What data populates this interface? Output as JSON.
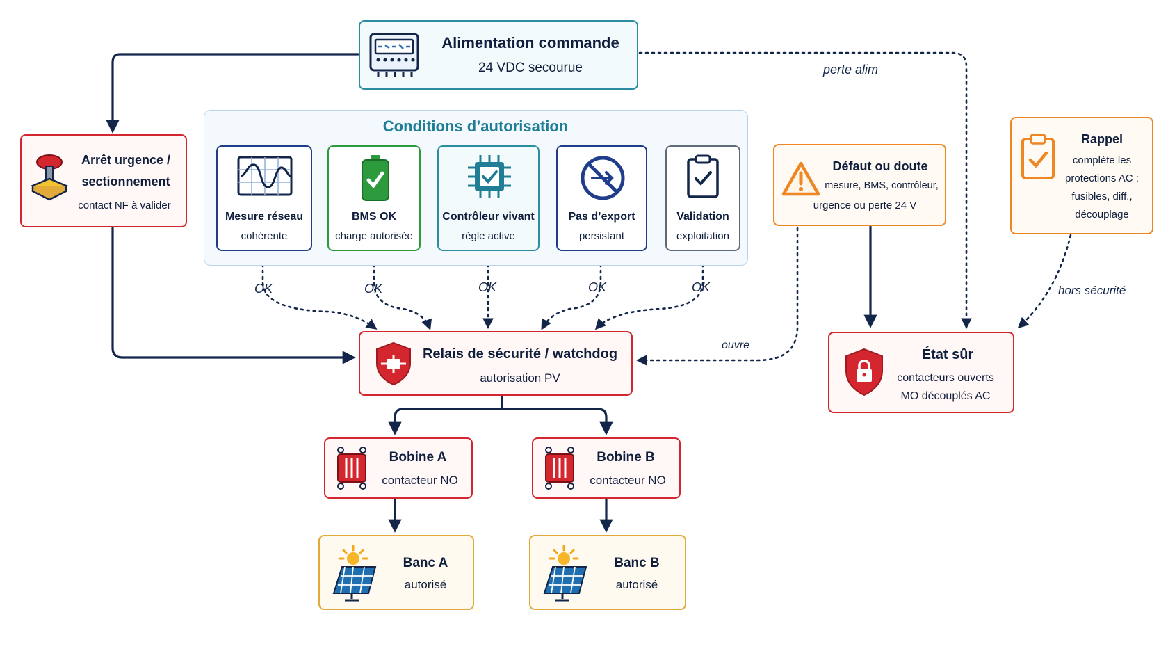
{
  "power": {
    "title": "Alimentation commande",
    "subtitle": "24 VDC secourue"
  },
  "estop": {
    "title_line1": "Arrêt urgence /",
    "title_line2": "sectionnement",
    "subtitle": "contact NF à valider"
  },
  "conditions": {
    "title": "Conditions d’autorisation",
    "items": [
      {
        "title": "Mesure réseau",
        "subtitle": "cohérente"
      },
      {
        "title": "BMS OK",
        "subtitle": "charge autorisée"
      },
      {
        "title": "Contrôleur vivant",
        "subtitle": "règle active"
      },
      {
        "title": "Pas d’export",
        "subtitle": "persistant"
      },
      {
        "title": "Validation",
        "subtitle": "exploitation"
      }
    ],
    "ok_label": "OK"
  },
  "fault": {
    "title": "Défaut ou doute",
    "line1": "mesure, BMS, contrôleur,",
    "line2": "urgence ou perte 24 V"
  },
  "reminder": {
    "title": "Rappel",
    "line1": "complète les",
    "line2": "protections AC :",
    "line3": "fusibles, diff.,",
    "line4": "découplage"
  },
  "relay": {
    "title": "Relais de sécurité / watchdog",
    "subtitle": "autorisation PV"
  },
  "safe": {
    "title": "État sûr",
    "line1": "contacteurs ouverts",
    "line2": "MO découplés AC"
  },
  "coil_a": {
    "title": "Bobine A",
    "subtitle": "contacteur NO"
  },
  "coil_b": {
    "title": "Bobine B",
    "subtitle": "contacteur NO"
  },
  "bank_a": {
    "title": "Banc A",
    "subtitle": "autorisé"
  },
  "bank_b": {
    "title": "Banc B",
    "subtitle": "autorisé"
  },
  "edge_labels": {
    "power_loss": "perte alim",
    "opens": "ouvre",
    "out_of_safety": "hors sécurité"
  },
  "colors": {
    "navy": "#13264a",
    "red": "#d3262e",
    "orange": "#ef8624",
    "teal": "#2b8ea0",
    "gold": "#e2a93b",
    "green": "#2e9a3e"
  },
  "icons": [
    "control-panel-icon",
    "emergency-stop-icon",
    "waveform-monitor-icon",
    "battery-check-icon",
    "chip-check-icon",
    "no-export-icon",
    "clipboard-check-icon",
    "warning-icon",
    "shield-relay-icon",
    "shield-lock-icon",
    "contactor-coil-icon",
    "solar-panel-icon"
  ]
}
